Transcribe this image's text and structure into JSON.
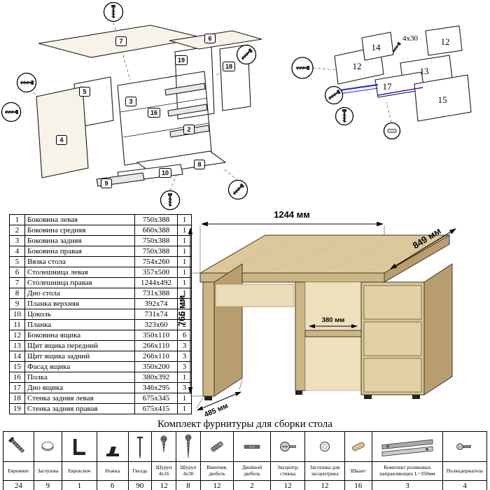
{
  "caption": "Комплект фурнитуры для сборки стола",
  "diagram": {
    "left_badges": [
      "7",
      "6",
      "19",
      "18",
      "5",
      "3",
      "16",
      "2",
      "4",
      "9",
      "10",
      "8"
    ],
    "right_labels": [
      "14",
      "12",
      "12",
      "13",
      "17",
      "15"
    ],
    "right_screw_label": "4х30"
  },
  "desk": {
    "dim_width": "1244 мм",
    "dim_depth": "849 мм",
    "dim_height": "766 мм",
    "dim_shelf": "380 мм",
    "dim_base": "485 мм",
    "accent_wood": "#dcc99b",
    "accent_slide": "#2222dd"
  },
  "parts_table": {
    "rows": [
      {
        "num": "1",
        "name": "Боковина левая",
        "size": "750x388",
        "qty": "1"
      },
      {
        "num": "2",
        "name": "Боковина средняя",
        "size": "660x388",
        "qty": "1"
      },
      {
        "num": "3",
        "name": "Боковина задняя",
        "size": "750x388",
        "qty": "1"
      },
      {
        "num": "4",
        "name": "Боковина правая",
        "size": "750x388",
        "qty": "1"
      },
      {
        "num": "5",
        "name": "Вязка стола",
        "size": "754x260",
        "qty": "1"
      },
      {
        "num": "6",
        "name": "Столешница левая",
        "size": "357x500",
        "qty": "1"
      },
      {
        "num": "7",
        "name": "Столешница правая",
        "size": "1244x492",
        "qty": "1"
      },
      {
        "num": "8",
        "name": "Дно стола",
        "size": "731x388",
        "qty": "1"
      },
      {
        "num": "9",
        "name": "Планка верхняя",
        "size": "392x74",
        "qty": "1"
      },
      {
        "num": "10",
        "name": "Цоколь",
        "size": "731x74",
        "qty": "1"
      },
      {
        "num": "11",
        "name": "Планка",
        "size": "323x60",
        "qty": "2"
      },
      {
        "num": "12",
        "name": "Боковина ящика",
        "size": "350x110",
        "qty": "6"
      },
      {
        "num": "13",
        "name": "Щит ящика передний",
        "size": "266x110",
        "qty": "3"
      },
      {
        "num": "14",
        "name": "Щит ящика задний",
        "size": "266x110",
        "qty": "3"
      },
      {
        "num": "15",
        "name": "Фасад ящика",
        "size": "350x200",
        "qty": "3"
      },
      {
        "num": "16",
        "name": "Полка",
        "size": "380x392",
        "qty": "1"
      },
      {
        "num": "17",
        "name": "Дно ящика",
        "size": "346x295",
        "qty": "3"
      },
      {
        "num": "18",
        "name": "Стенка задняя левая",
        "size": "675x345",
        "qty": "1"
      },
      {
        "num": "19",
        "name": "Стенка задняя правая",
        "size": "675x415",
        "qty": "1"
      }
    ]
  },
  "hardware_table": {
    "items": [
      {
        "name": "Евровинт",
        "qty": "24",
        "icon": "euro-screw"
      },
      {
        "name": "Заглушка",
        "qty": "9",
        "icon": "cap"
      },
      {
        "name": "Евроключ",
        "qty": "1",
        "icon": "hex-key"
      },
      {
        "name": "Ножка",
        "qty": "6",
        "icon": "leg"
      },
      {
        "name": "Гвоздь",
        "qty": "90",
        "icon": "nail"
      },
      {
        "name": "Шуруп 4х16",
        "qty": "12",
        "icon": "screw-small"
      },
      {
        "name": "Шуруп 4х30",
        "qty": "8",
        "icon": "screw-long"
      },
      {
        "name": "Ввинчив. дюбель",
        "qty": "12",
        "icon": "screw-in-dowel"
      },
      {
        "name": "Двойной дюбель",
        "qty": "2",
        "icon": "double-dowel"
      },
      {
        "name": "Эксцентр. стяжка",
        "qty": "12",
        "icon": "cam-lock"
      },
      {
        "name": "Заглушка для эксцентрика",
        "qty": "12",
        "icon": "cam-cap"
      },
      {
        "name": "Шкант",
        "qty": "16",
        "icon": "wood-dowel"
      },
      {
        "name": "Комплект роликовых направляющих L~350мм",
        "qty": "3",
        "icon": "drawer-slides"
      },
      {
        "name": "Полкодержатель",
        "qty": "4",
        "icon": "shelf-pin"
      }
    ]
  }
}
